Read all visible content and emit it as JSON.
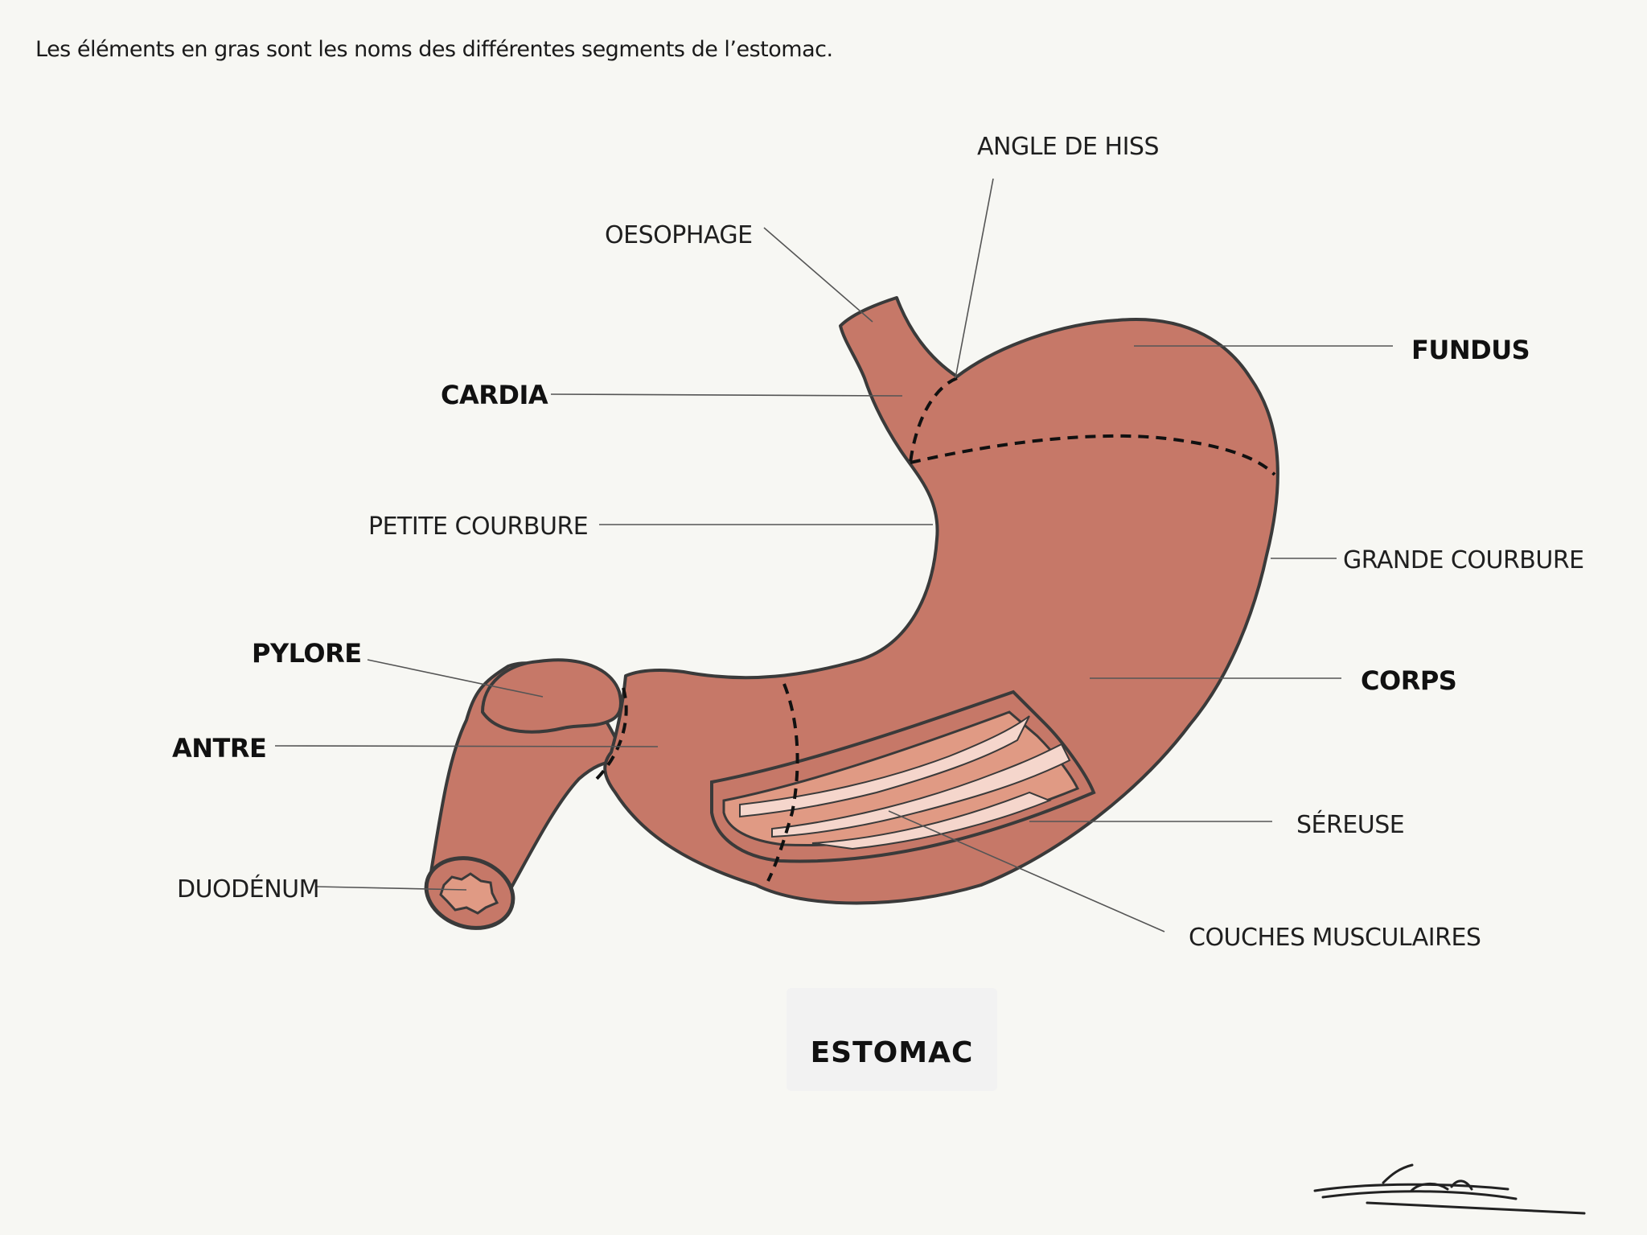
{
  "intro": "Les éléments en gras sont les noms des différentes segments de l’estomac.",
  "labels": {
    "angle_de_hiss": "ANGLE DE HISS",
    "oesophage": "OESOPHAGE",
    "fundus": "FUNDUS",
    "cardia": "CARDIA",
    "petite_courbure": "PETITE COURBURE",
    "grande_courbure": "GRANDE COURBURE",
    "pylore": "PYLORE",
    "corps": "CORPS",
    "antre": "ANTRE",
    "sereuse": "SÉREUSE",
    "duodenum": "DUODÉNUM",
    "couches_musculaires": "COUCHES MUSCULAIRES"
  },
  "title": "ESTOMAC",
  "signature": "Léana",
  "colors": {
    "stomach": "#c67868",
    "outline": "#3a3a3a",
    "muscle_dark": "#e09a84",
    "muscle_light": "#f5d6cc",
    "background": "#f7f7f3"
  }
}
